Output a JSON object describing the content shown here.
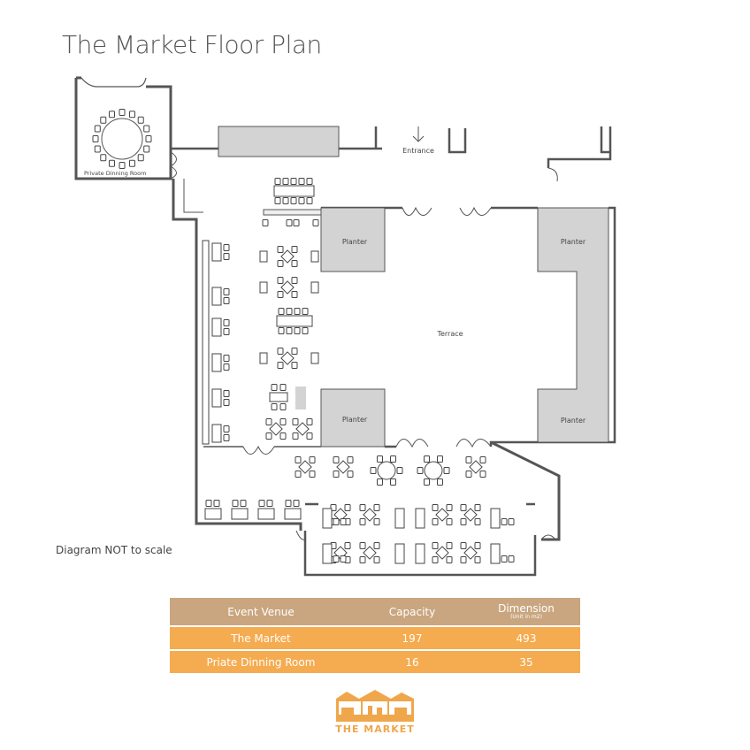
{
  "title": "The Market Floor Plan",
  "plan": {
    "private_room_label": "Private Dinning Room",
    "entrance_label": "Entrance",
    "terrace_label": "Terrace",
    "planter_label": "Planter"
  },
  "note": "Diagram NOT to scale",
  "table": {
    "headers": {
      "venue": "Event Venue",
      "capacity": "Capacity",
      "dimension": "Dimension",
      "dimension_unit": "(Unit in m2)"
    },
    "rows": [
      {
        "venue": "The Market",
        "capacity": "197",
        "dimension": "493"
      },
      {
        "venue": "Priate Dinning Room",
        "capacity": "16",
        "dimension": "35"
      }
    ]
  },
  "logo": {
    "text": "THE MARKET"
  },
  "colors": {
    "header": "#c9a67f",
    "row": "#f5ab4f",
    "logo": "#f0a64a",
    "planter": "#d3d3d3"
  }
}
